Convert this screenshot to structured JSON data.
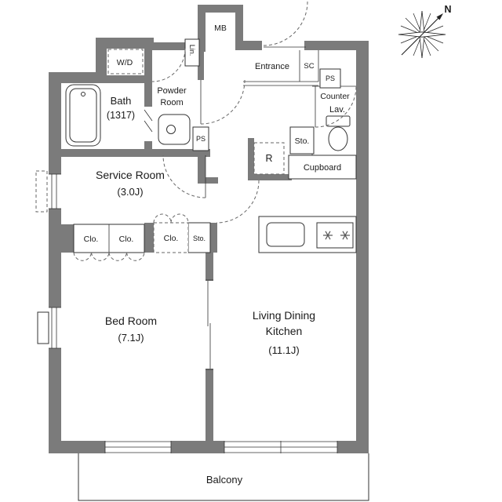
{
  "colors": {
    "wall": "#7b7b7b",
    "outline": "#333333",
    "text": "#1a1a1a",
    "dashed": "#666666"
  },
  "compass": {
    "label": "N"
  },
  "labels": {
    "wd": "W/D",
    "bath": "Bath",
    "bath_size": "(1317)",
    "powder_line1": "Powder",
    "powder_line2": "Room",
    "lin": "Lin.",
    "mb": "MB",
    "entrance": "Entrance",
    "sc": "SC",
    "ps_top": "PS",
    "ps_mid": "PS",
    "counter": "Counter",
    "lav": "Lav.",
    "sto_entry": "Sto.",
    "sto_hall": "Sto.",
    "refrigerator": "R",
    "cupboard": "Cupboard",
    "service_room": "Service Room",
    "service_room_size": "(3.0J)",
    "clo_1": "Clo.",
    "clo_2": "Clo.",
    "clo_3": "Clo.",
    "bed_room": "Bed Room",
    "bed_room_size": "(7.1J)",
    "ldk_line1": "Living Dining",
    "ldk_line2": "Kitchen",
    "ldk_size": "(11.1J)",
    "balcony": "Balcony"
  }
}
